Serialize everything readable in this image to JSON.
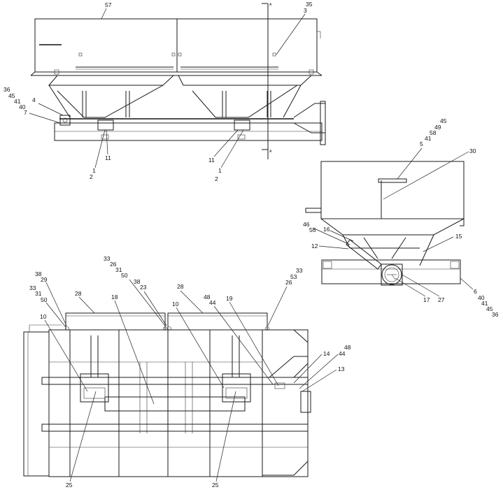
{
  "drawing": {
    "side_view_callouts": [
      "57",
      "35",
      "3",
      "36",
      "45",
      "41",
      "40",
      "7",
      "4",
      "11",
      "1",
      "2",
      "11",
      "1",
      "2"
    ],
    "section_marks": [
      "A",
      "A"
    ],
    "end_view_callouts": [
      "45",
      "49",
      "58",
      "41",
      "5",
      "30",
      "46",
      "56",
      "16",
      "12",
      "15",
      "17",
      "27",
      "6",
      "40",
      "41",
      "45",
      "36"
    ],
    "plan_view_callouts": [
      "33",
      "26",
      "31",
      "50",
      "38",
      "23",
      "28",
      "38",
      "29",
      "33",
      "31",
      "50",
      "10",
      "28",
      "18",
      "48",
      "44",
      "10",
      "19",
      "33",
      "53",
      "26",
      "48",
      "44",
      "14",
      "13",
      "25",
      "25"
    ]
  }
}
